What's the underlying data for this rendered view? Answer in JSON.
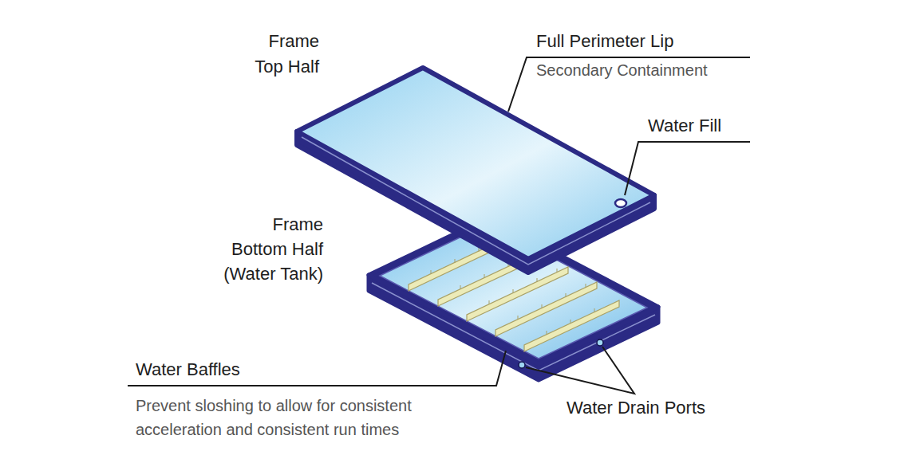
{
  "diagram": {
    "labels": [
      "Frame Top Half",
      "Full Perimeter Lip",
      "Secondary Containment",
      "Water Fill",
      "Frame Bottom Half (Water Tank)",
      "Water Baffles",
      "Prevent sloshing to allow for consistent acceleration and consistent run times",
      "Water Drain Ports"
    ]
  }
}
